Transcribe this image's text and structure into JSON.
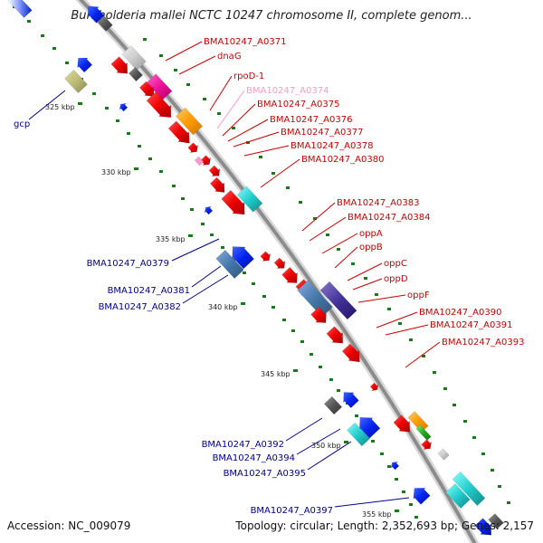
{
  "title": "Burkholderia mallei NCTC 10247 chromosome II, complete genom...",
  "footer": {
    "accession": "Accession: NC_009079",
    "topology": "Topology: circular; Length: 2,352,693 bp; Genes: 2,157"
  },
  "colors": {
    "backbone": "#8c8c8c",
    "forward_label": "#cc0000",
    "reverse_label": "#00008b",
    "pink_label": "#ff99cc",
    "ticks": "#1a7a1a"
  },
  "scale_ticks": [
    {
      "label": "325 kbp"
    },
    {
      "label": "330 kbp"
    },
    {
      "label": "335 kbp"
    },
    {
      "label": "340 kbp"
    },
    {
      "label": "345 kbp"
    },
    {
      "label": "350 kbp"
    },
    {
      "label": "355 kbp"
    }
  ],
  "forward_genes": [
    {
      "label": "BMA10247_A0371",
      "color": "#cc0000"
    },
    {
      "label": "dnaG",
      "color": "#cc0000"
    },
    {
      "label": "rpoD-1",
      "color": "#cc0000"
    },
    {
      "label": "BMA10247_A0374",
      "color": "#ff99cc"
    },
    {
      "label": "BMA10247_A0375",
      "color": "#cc0000"
    },
    {
      "label": "BMA10247_A0376",
      "color": "#cc0000"
    },
    {
      "label": "BMA10247_A0377",
      "color": "#cc0000"
    },
    {
      "label": "BMA10247_A0378",
      "color": "#cc0000"
    },
    {
      "label": "BMA10247_A0380",
      "color": "#cc0000"
    },
    {
      "label": "BMA10247_A0383",
      "color": "#cc0000"
    },
    {
      "label": "BMA10247_A0384",
      "color": "#cc0000"
    },
    {
      "label": "oppA",
      "color": "#cc0000"
    },
    {
      "label": "oppB",
      "color": "#cc0000"
    },
    {
      "label": "oppC",
      "color": "#cc0000"
    },
    {
      "label": "oppD",
      "color": "#cc0000"
    },
    {
      "label": "oppF",
      "color": "#cc0000"
    },
    {
      "label": "BMA10247_A0390",
      "color": "#cc0000"
    },
    {
      "label": "BMA10247_A0391",
      "color": "#cc0000"
    },
    {
      "label": "BMA10247_A0393",
      "color": "#cc0000"
    }
  ],
  "reverse_genes": [
    {
      "label": "gcp",
      "color": "#00008b"
    },
    {
      "label": "BMA10247_A0379",
      "color": "#00008b"
    },
    {
      "label": "BMA10247_A0381",
      "color": "#00008b"
    },
    {
      "label": "BMA10247_A0382",
      "color": "#00008b"
    },
    {
      "label": "BMA10247_A0392",
      "color": "#00008b"
    },
    {
      "label": "BMA10247_A0394",
      "color": "#00008b"
    },
    {
      "label": "BMA10247_A0395",
      "color": "#00008b"
    },
    {
      "label": "BMA10247_A0397",
      "color": "#00008b"
    }
  ]
}
